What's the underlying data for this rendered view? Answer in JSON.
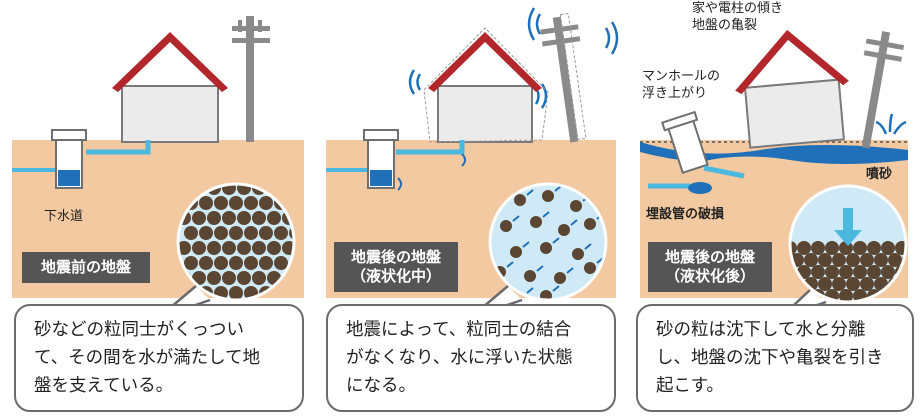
{
  "panels": [
    {
      "state_label": "地震前の地盤",
      "sewer_label": "下水道",
      "caption_lines": [
        "砂などの粒同士がくっつい",
        "て、その間を水が満たして地",
        "盤を支えている。"
      ]
    },
    {
      "state_label_lines": [
        "地震後の地盤",
        "（液状化中）"
      ],
      "caption_lines": [
        "地震によって、粒同士の結合",
        "がなくなり、水に浮いた状態",
        "になる。"
      ]
    },
    {
      "state_label_lines": [
        "地震後の地盤",
        "（液状化後）"
      ],
      "tilt_label_lines": [
        "家や電柱の傾き",
        "地盤の亀裂"
      ],
      "manhole_label_lines": [
        "マンホールの",
        "浮き上がり"
      ],
      "sand_boil_label": "噴砂",
      "pipe_damage_label": "埋設管の破損",
      "caption_lines": [
        "砂の粒は沈下して水と分離",
        "し、地盤の沈下や亀裂を引き",
        "起こす。"
      ]
    }
  ],
  "colors": {
    "ground": "#f2c9a1",
    "house_roof": "#b1272b",
    "house_wall": "#ebebeb",
    "water": "#1f70b8",
    "pipe": "#4bb8e0",
    "grain": "#5a4632",
    "circle_fill": "#cfeaf6",
    "label_box": "#555555"
  }
}
